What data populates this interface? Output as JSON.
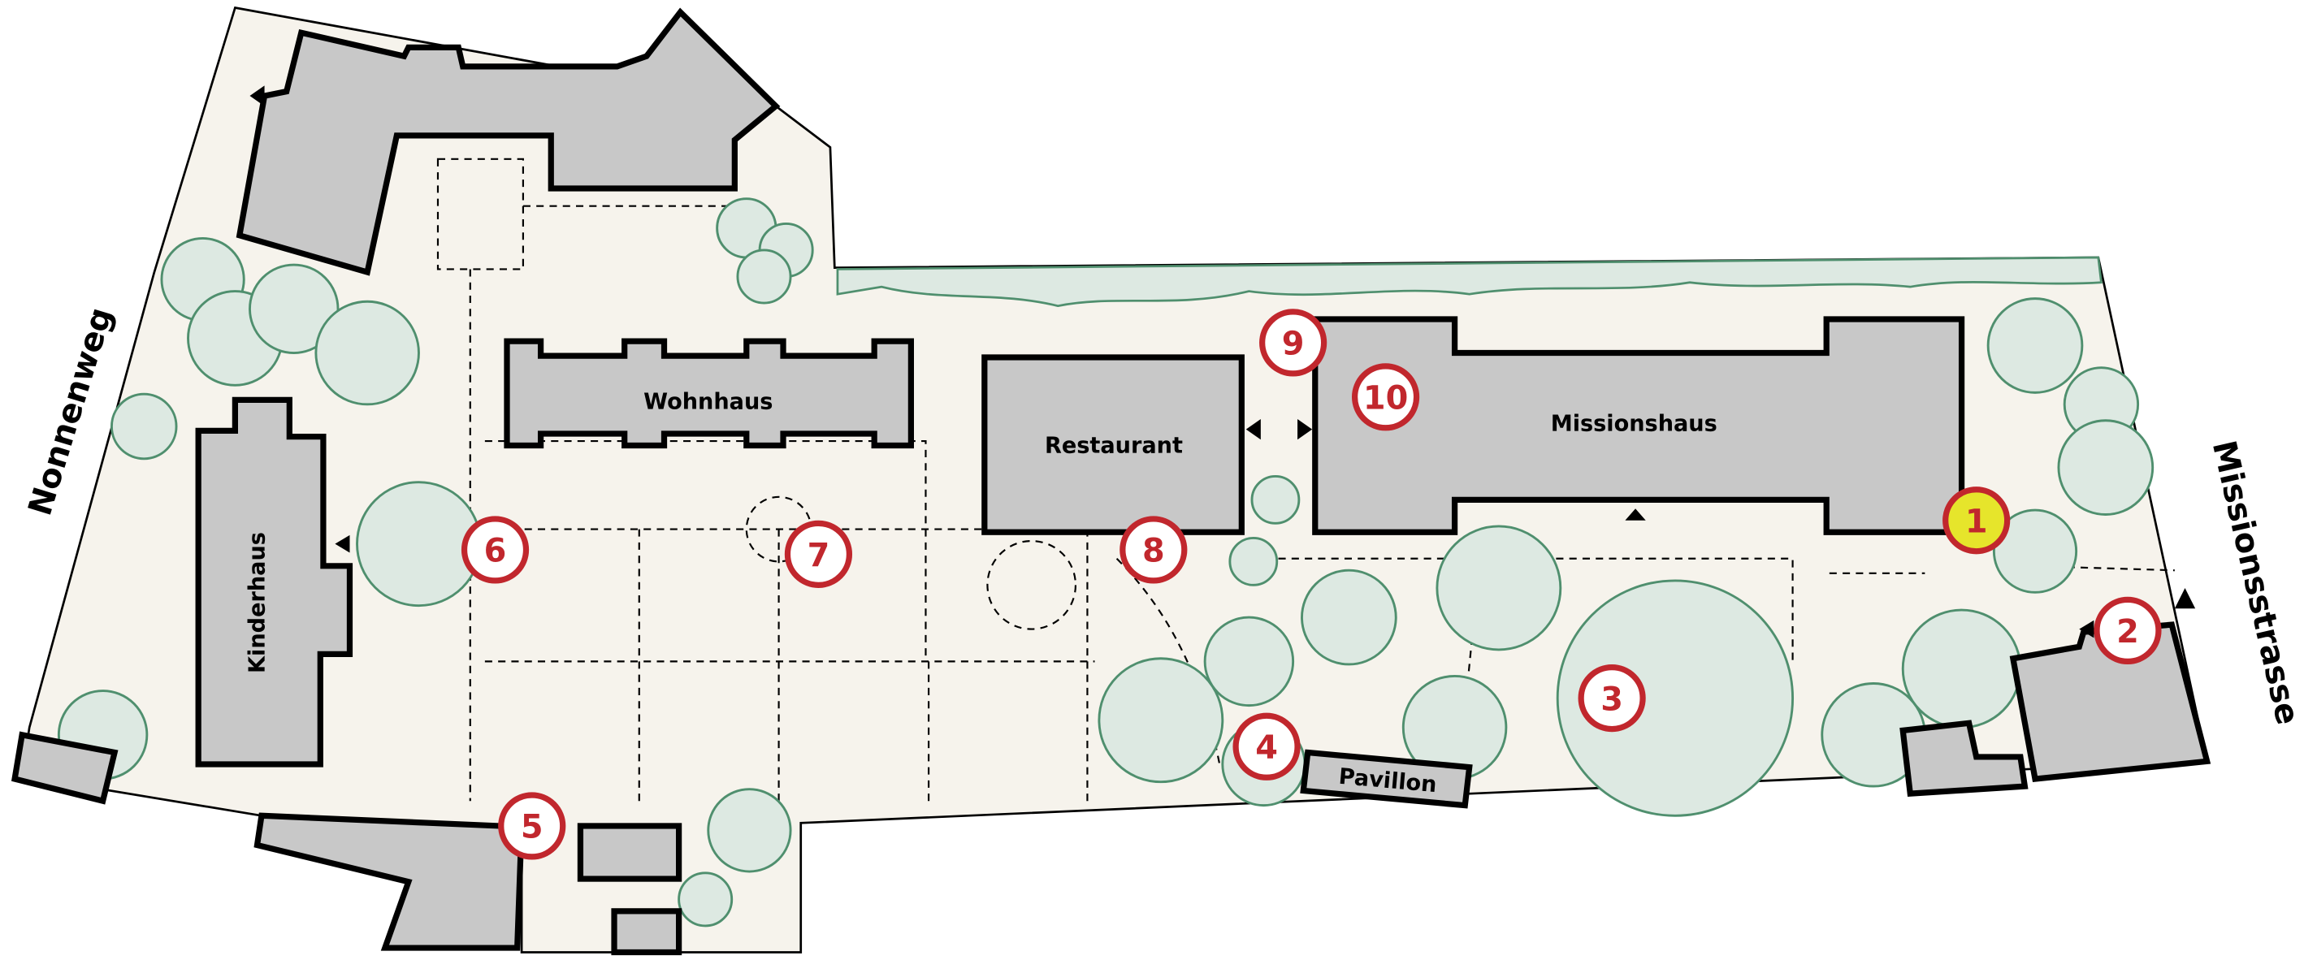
{
  "streets": {
    "west": "Nonnenweg",
    "east": "Missionsstrasse"
  },
  "buildings": {
    "wohnhaus": "Wohnhaus",
    "restaurant": "Restaurant",
    "missionshaus": "Missionshaus",
    "kinderhaus": "Kinderhaus",
    "pavillon": "Pavillon"
  },
  "markers": [
    {
      "label": "1",
      "active": true
    },
    {
      "label": "2",
      "active": false
    },
    {
      "label": "3",
      "active": false
    },
    {
      "label": "4",
      "active": false
    },
    {
      "label": "5",
      "active": false
    },
    {
      "label": "6",
      "active": false
    },
    {
      "label": "7",
      "active": false
    },
    {
      "label": "8",
      "active": false
    },
    {
      "label": "9",
      "active": false
    },
    {
      "label": "10",
      "active": false
    }
  ],
  "colors": {
    "marker_ring": "#c1272d",
    "marker_active_fill": "#e6e52b",
    "marker_fill": "#ffffff",
    "building": "#c8c8c8",
    "ground": "#f6f3ec",
    "tree": "#dde9e2"
  }
}
